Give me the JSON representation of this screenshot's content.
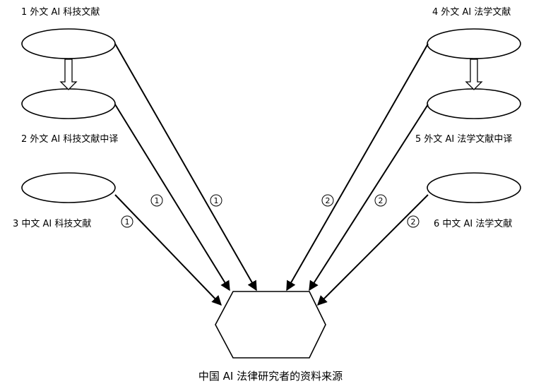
{
  "nodes": {
    "n1": "1 外文 AI 科技文献",
    "n2": "2 外文 AI 科技文献中译",
    "n3": "3 中文 AI 科技文献",
    "n4": "4 外文 AI 法学文献",
    "n5": "5 外文 AI 法学文献中译",
    "n6": "6 中文 AI 法学文献"
  },
  "target": {
    "label": "中国 AI 法律研究者的资料来源"
  },
  "edge_labels": {
    "path1": "1",
    "path2": "2"
  }
}
